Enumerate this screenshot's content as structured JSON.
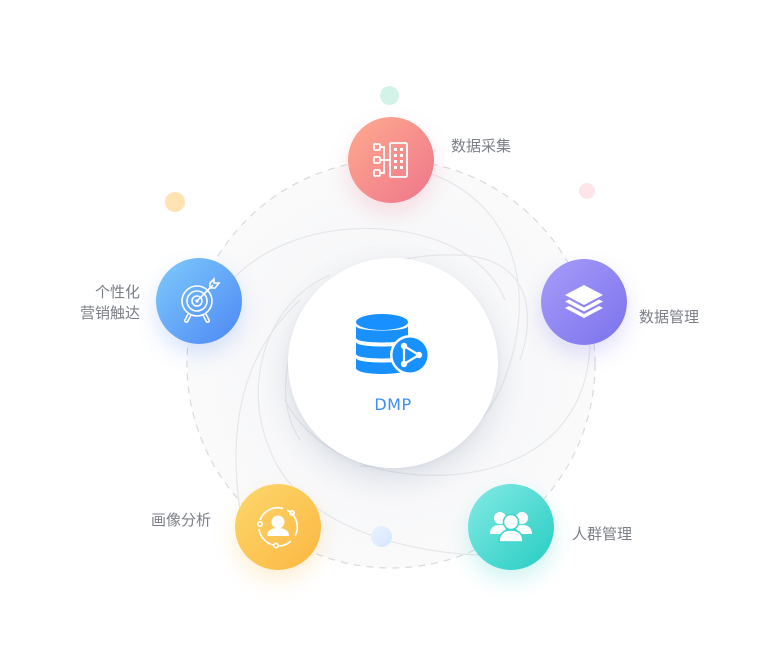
{
  "center": {
    "title": "DMP",
    "icon": "database-share-icon",
    "color": "#1890ff"
  },
  "modules": [
    {
      "label": "数据采集",
      "icon": "data-collection-icon",
      "gradient": [
        "#ffab8e",
        "#ee758c"
      ]
    },
    {
      "label": "数据管理",
      "icon": "layers-icon",
      "gradient": [
        "#a89cf9",
        "#7a72ed"
      ]
    },
    {
      "label": "人群管理",
      "icon": "users-group-icon",
      "gradient": [
        "#85ebe5",
        "#25ccc3"
      ]
    },
    {
      "label": "画像分析",
      "icon": "user-profile-icon",
      "gradient": [
        "#fdd76d",
        "#fbb740"
      ]
    },
    {
      "label_line1": "个性化",
      "label_line2": "营销触达",
      "icon": "target-icon",
      "gradient": [
        "#7ecbfb",
        "#4d87f5"
      ]
    }
  ],
  "decor_dots": [
    "#d4f3e8",
    "#ffe3b3",
    "#fde5ea",
    "#dbeafd"
  ]
}
